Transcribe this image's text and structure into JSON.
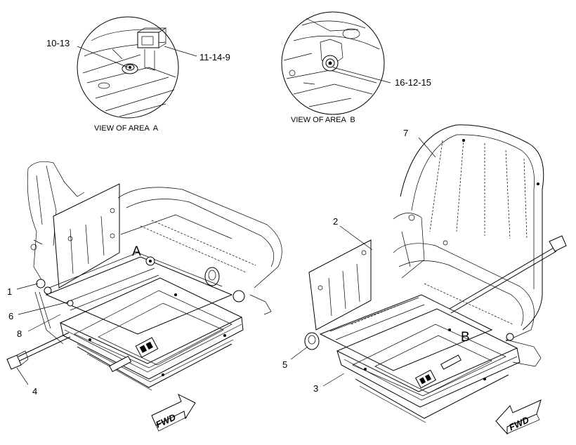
{
  "views": {
    "area_a": {
      "caption": "VIEW OF AREA  A"
    },
    "area_b": {
      "caption": "VIEW OF AREA  B"
    }
  },
  "callouts": {
    "c10_13": "10-13",
    "c11_14_9": "11-14-9",
    "c16_12_15": "16-12-15",
    "c1": "1",
    "c6": "6",
    "c8": "8",
    "c4": "4",
    "c2": "2",
    "c7": "7",
    "c5": "5",
    "c3": "3"
  },
  "area_markers": {
    "a": "A",
    "b": "B"
  },
  "direction_arrows": {
    "left_label": "FWD",
    "right_label": "FWD"
  }
}
